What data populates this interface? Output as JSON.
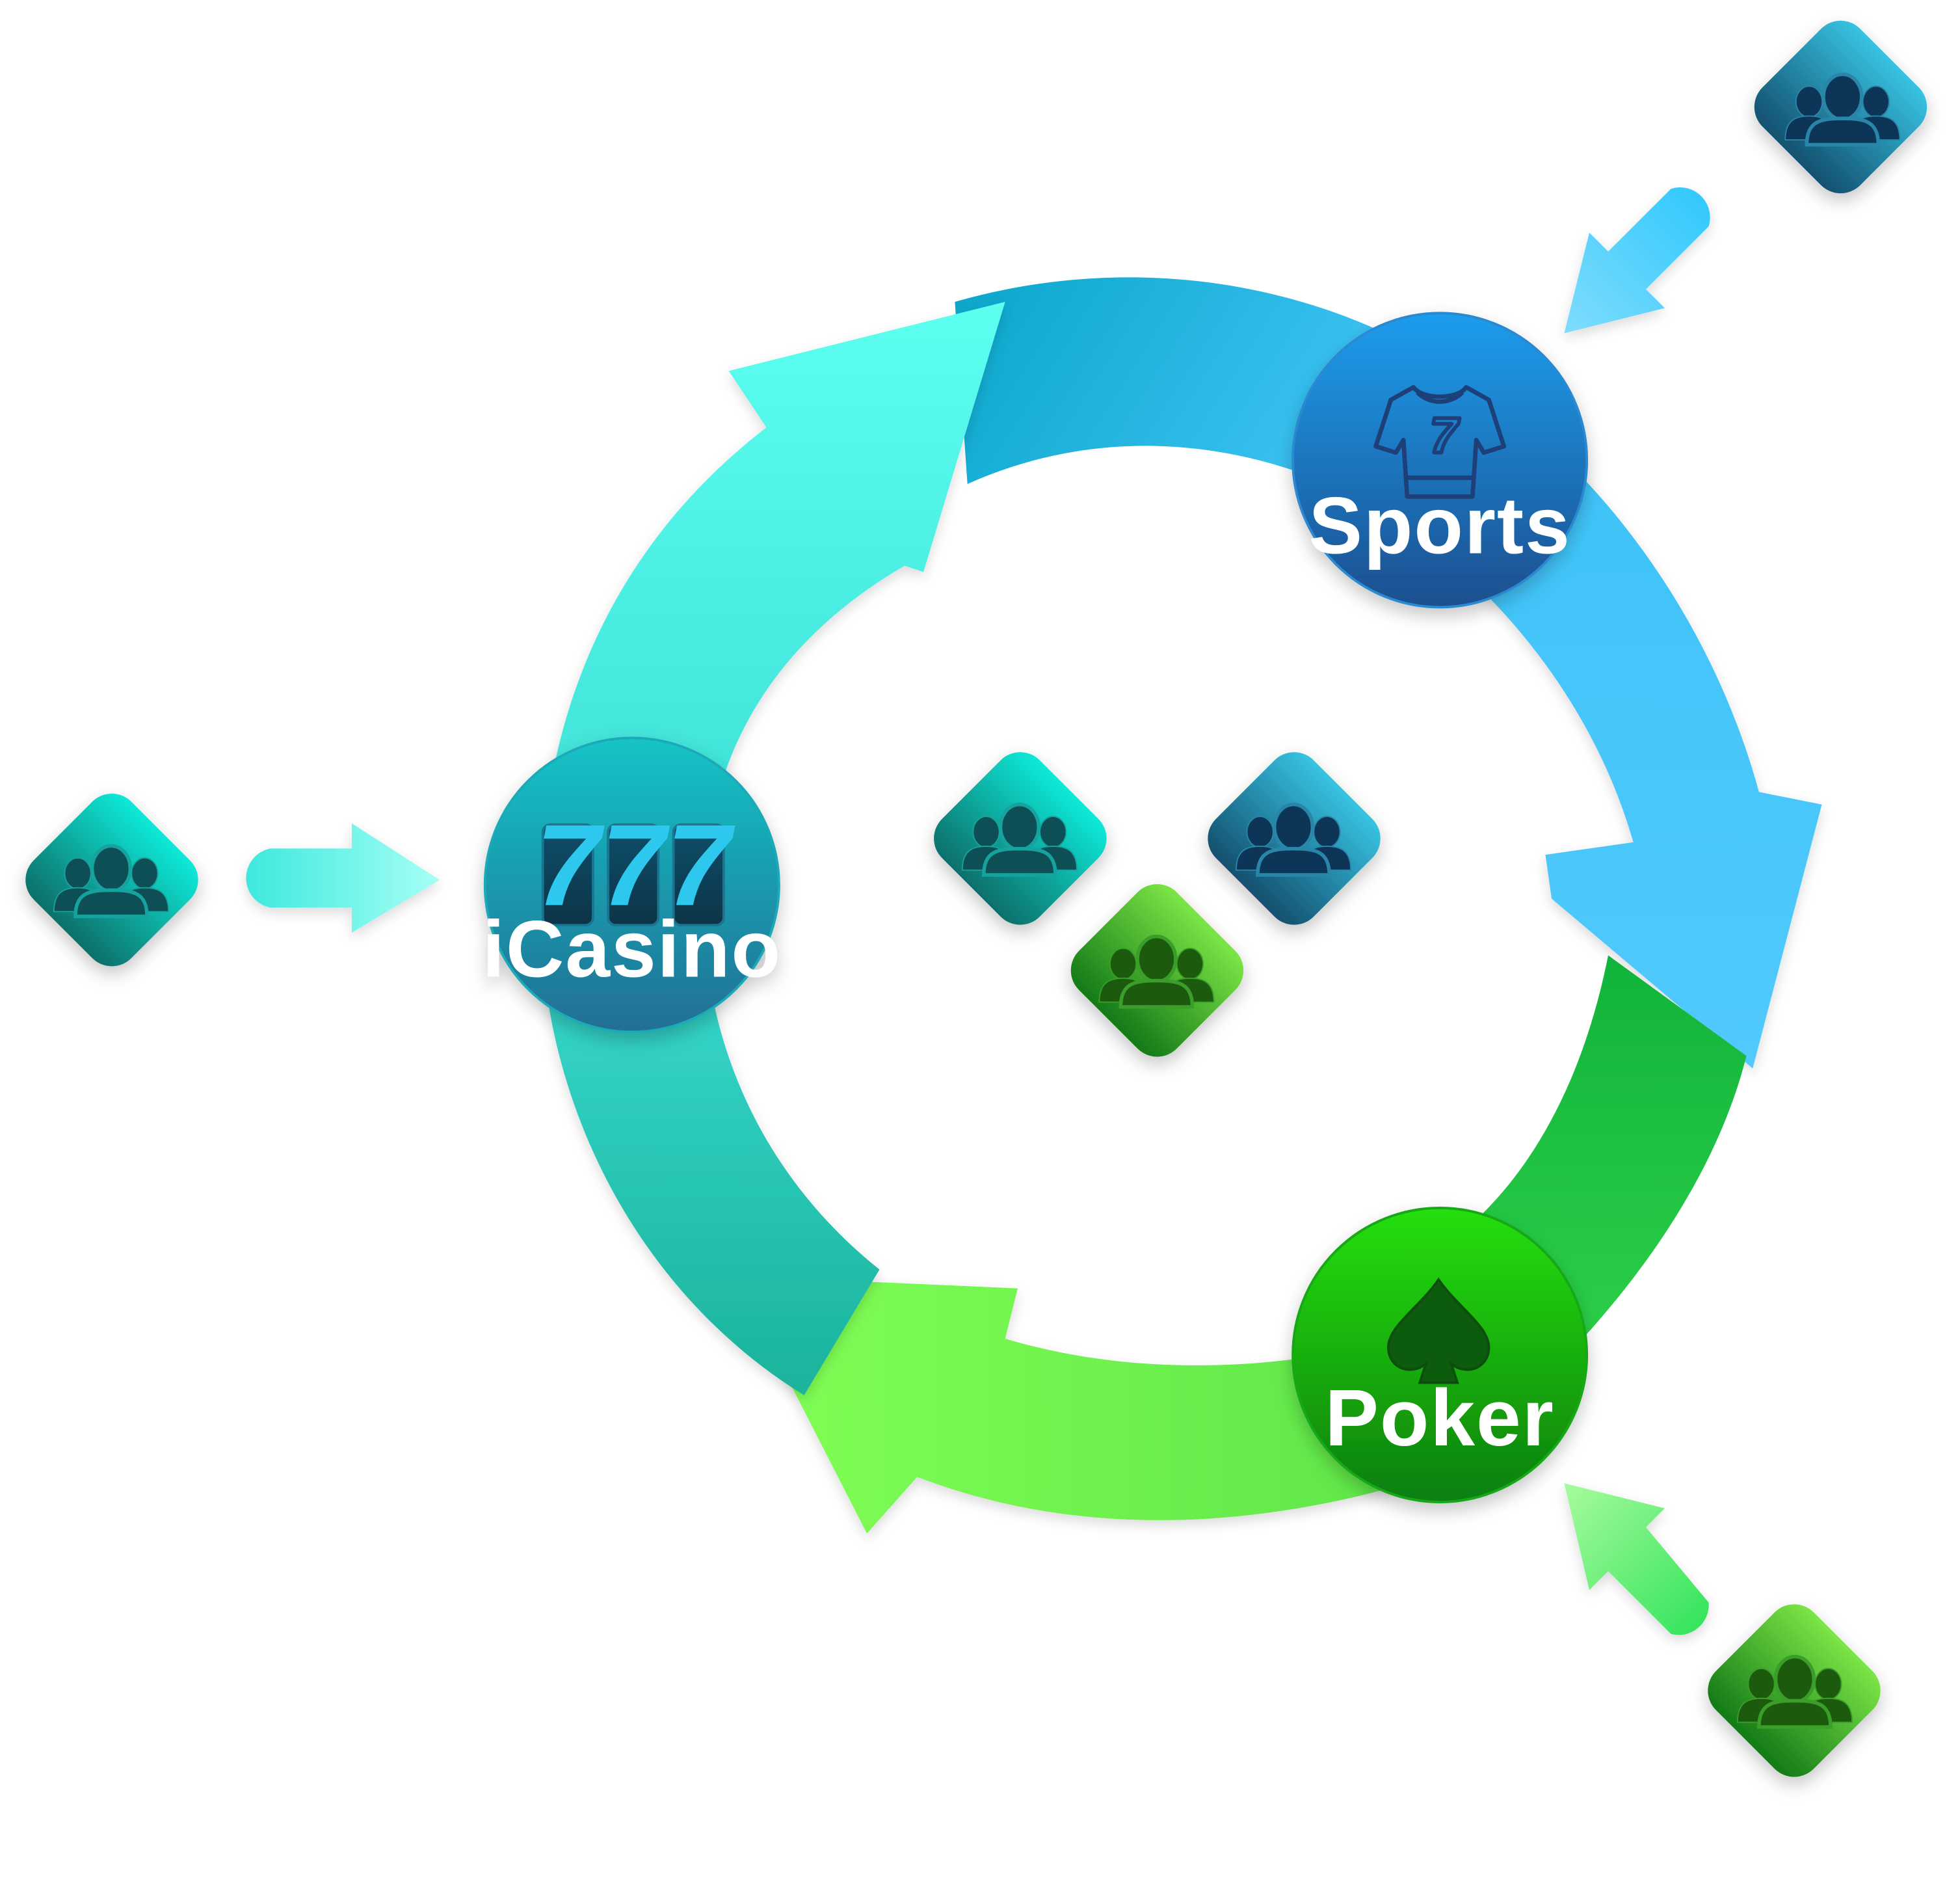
{
  "nodes": {
    "sports": {
      "label": "Sports",
      "icon": "jersey-icon",
      "jersey_number": "7"
    },
    "icasino": {
      "label": "iCasino",
      "icon": "slot-machine-icon",
      "reels": [
        "7",
        "7",
        "7"
      ]
    },
    "poker": {
      "label": "Poker",
      "icon": "spade-icon"
    }
  },
  "player_groups": [
    {
      "id": "sports",
      "icon": "player-group-icon",
      "color": "#1a6a8a"
    },
    {
      "id": "icasino",
      "icon": "player-group-icon",
      "color": "#12a99a"
    },
    {
      "id": "poker",
      "icon": "player-group-icon",
      "color": "#2f9a2a"
    }
  ],
  "colors": {
    "sports_arrow": "#4cc6fb",
    "icasino_arrow": "#5cfff0",
    "poker_arrow": "#7dfd52",
    "sports_node": "#1f5e9e",
    "icasino_node": "#1a8aa5",
    "poker_node": "#139a14"
  }
}
